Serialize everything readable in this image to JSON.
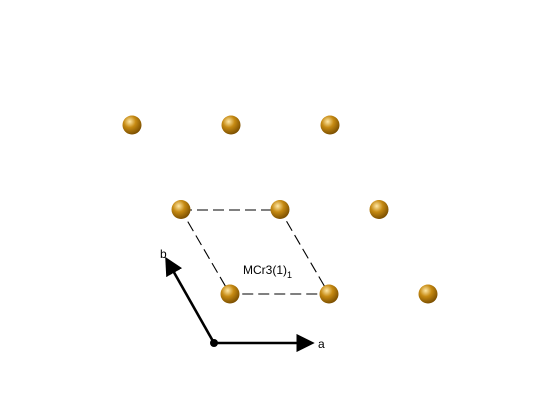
{
  "diagram": {
    "cell_label": {
      "main": "MCr3(1)",
      "subscript": "1"
    },
    "axes": {
      "a_label": "a",
      "b_label": "b"
    },
    "atom_color": "#C68A12",
    "atom_highlight": "#FFE8A6",
    "atom_shadow": "#7A4E00",
    "line_color": "#000000",
    "lattice_rows": [
      {
        "row": 2,
        "atom_count": 3
      },
      {
        "row": 1,
        "atom_count": 3
      },
      {
        "row": 0,
        "atom_count": 3
      }
    ]
  }
}
